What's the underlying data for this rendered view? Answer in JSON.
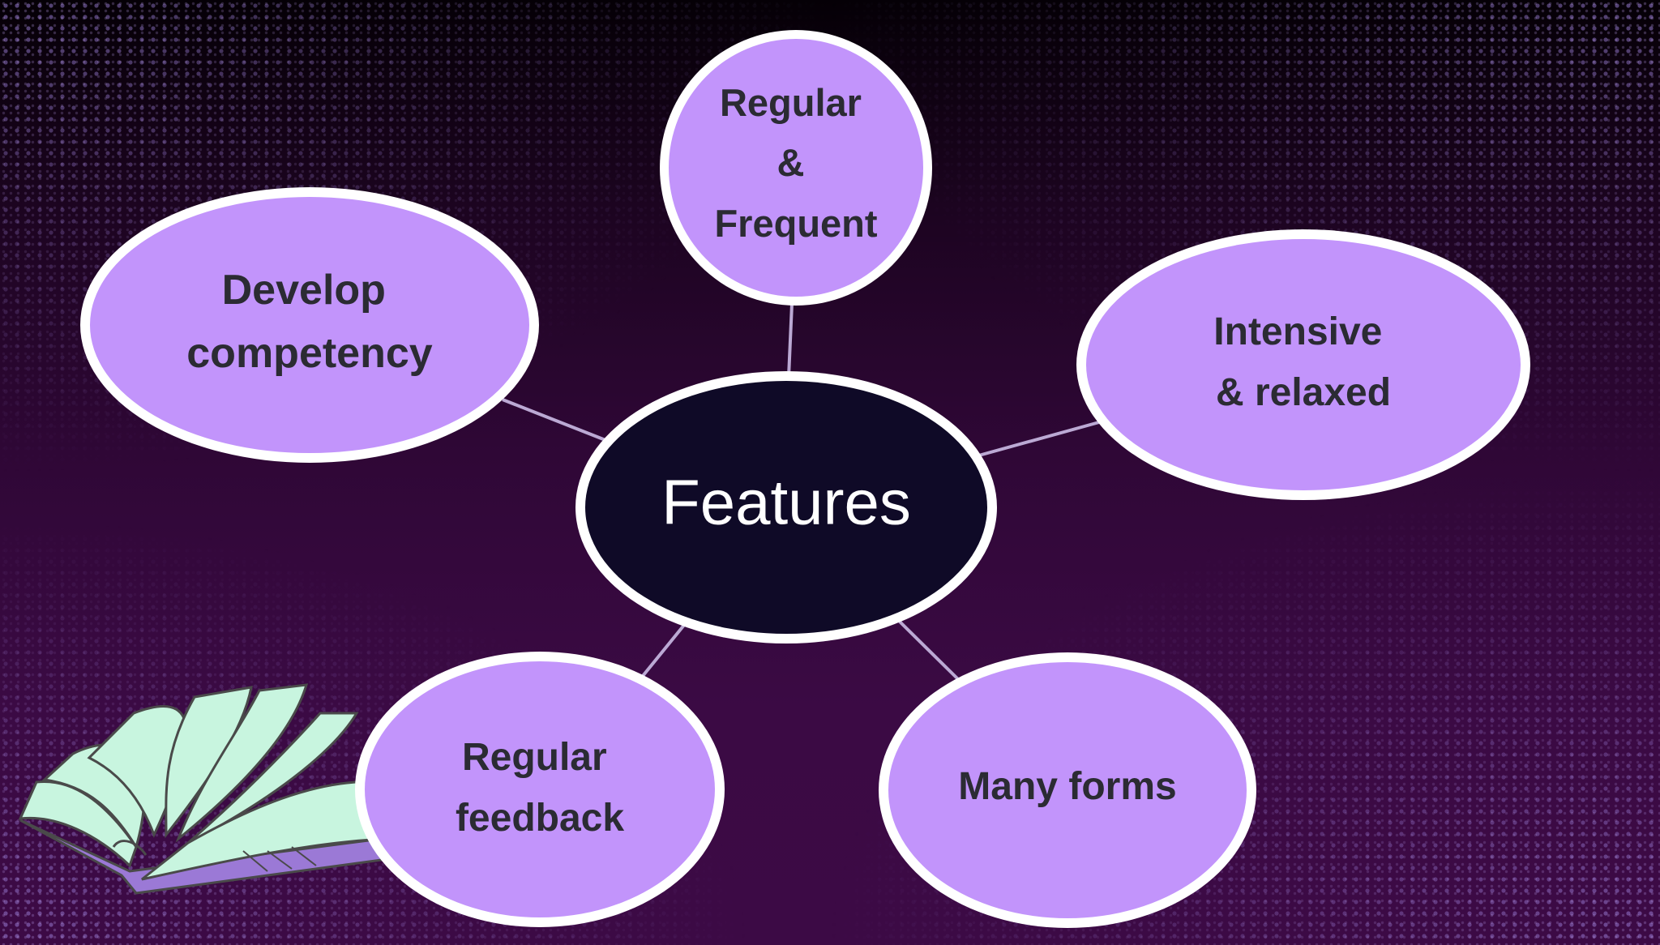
{
  "center": {
    "label": "Features"
  },
  "nodes": [
    {
      "id": "develop",
      "lines": [
        "Develop",
        "competency"
      ]
    },
    {
      "id": "regular-frequent",
      "lines": [
        "Regular",
        "&",
        "Frequent"
      ]
    },
    {
      "id": "intensive",
      "lines": [
        "Intensive",
        "& relaxed"
      ]
    },
    {
      "id": "feedback",
      "lines": [
        "Regular",
        "feedback"
      ]
    },
    {
      "id": "forms",
      "lines": [
        "Many forms"
      ]
    }
  ],
  "colors": {
    "node_fill": "#c294fb",
    "node_border": "#ffffff",
    "center_fill": "#0f0a27",
    "text_dark": "#2b2b33",
    "connector": "#bba9d4",
    "book_pages": "#c8f5df",
    "book_cover": "#9b79d6"
  },
  "decoration": {
    "book_icon": "open-book-icon"
  }
}
